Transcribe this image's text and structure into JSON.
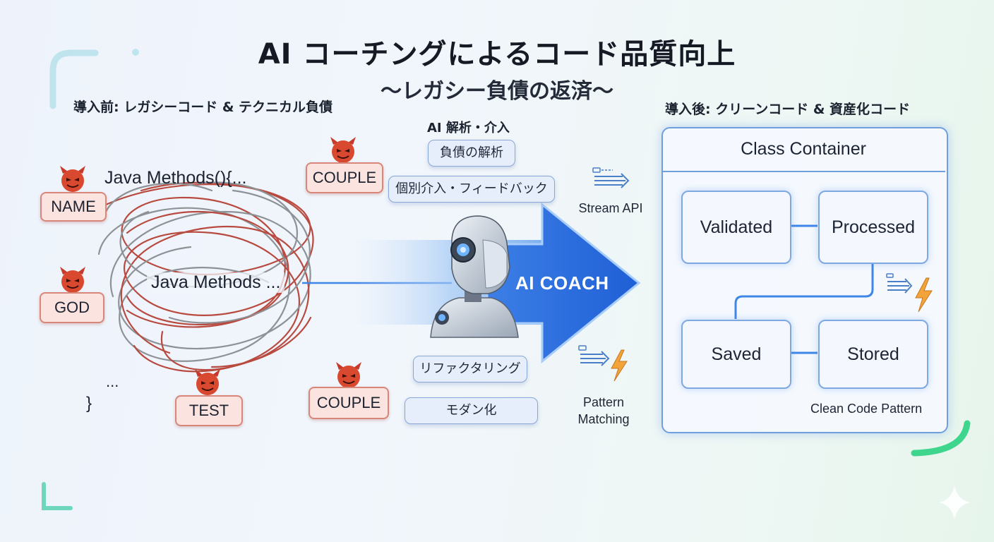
{
  "title": "AI コーチングによるコード品質向上",
  "subtitle": "〜レガシー負債の返済〜",
  "before": {
    "heading": "導入前: レガシーコード & テクニカル負債",
    "code_top": "Java Methods(){...",
    "code_mid": "Java Methods ...",
    "code_ellipsis": "...",
    "code_close": "}",
    "tags": [
      "NAME",
      "COUPLE",
      "GOD",
      "TEST",
      "COUPLE"
    ]
  },
  "middle": {
    "heading": "AI 解析・介入",
    "pills_top": [
      "負債の解析",
      "個別介入・フィードバック"
    ],
    "pills_bottom": [
      "リファクタリング",
      "モダン化"
    ],
    "coach_label": "AI COACH",
    "stream_label": "Stream API",
    "pattern_label_1": "Pattern",
    "pattern_label_2": "Matching"
  },
  "after": {
    "heading": "導入後: クリーンコード & 資産化コード",
    "container_title": "Class Container",
    "states": [
      "Validated",
      "Processed",
      "Saved",
      "Stored"
    ],
    "footnote": "Clean Code Pattern"
  },
  "icons": [
    "devil-icon",
    "robot-icon",
    "arrow-icon",
    "stream-icon",
    "lightning-icon",
    "sparkle-icon"
  ],
  "colors": {
    "accent_blue": "#2f6fe0",
    "tag_border": "#d9867a",
    "tag_fill": "#fbe4df",
    "tangle_red": "#b84a40",
    "tangle_gray": "#8d9297",
    "lightning": "#f2a33a",
    "corner_green": "#3dd68c"
  }
}
